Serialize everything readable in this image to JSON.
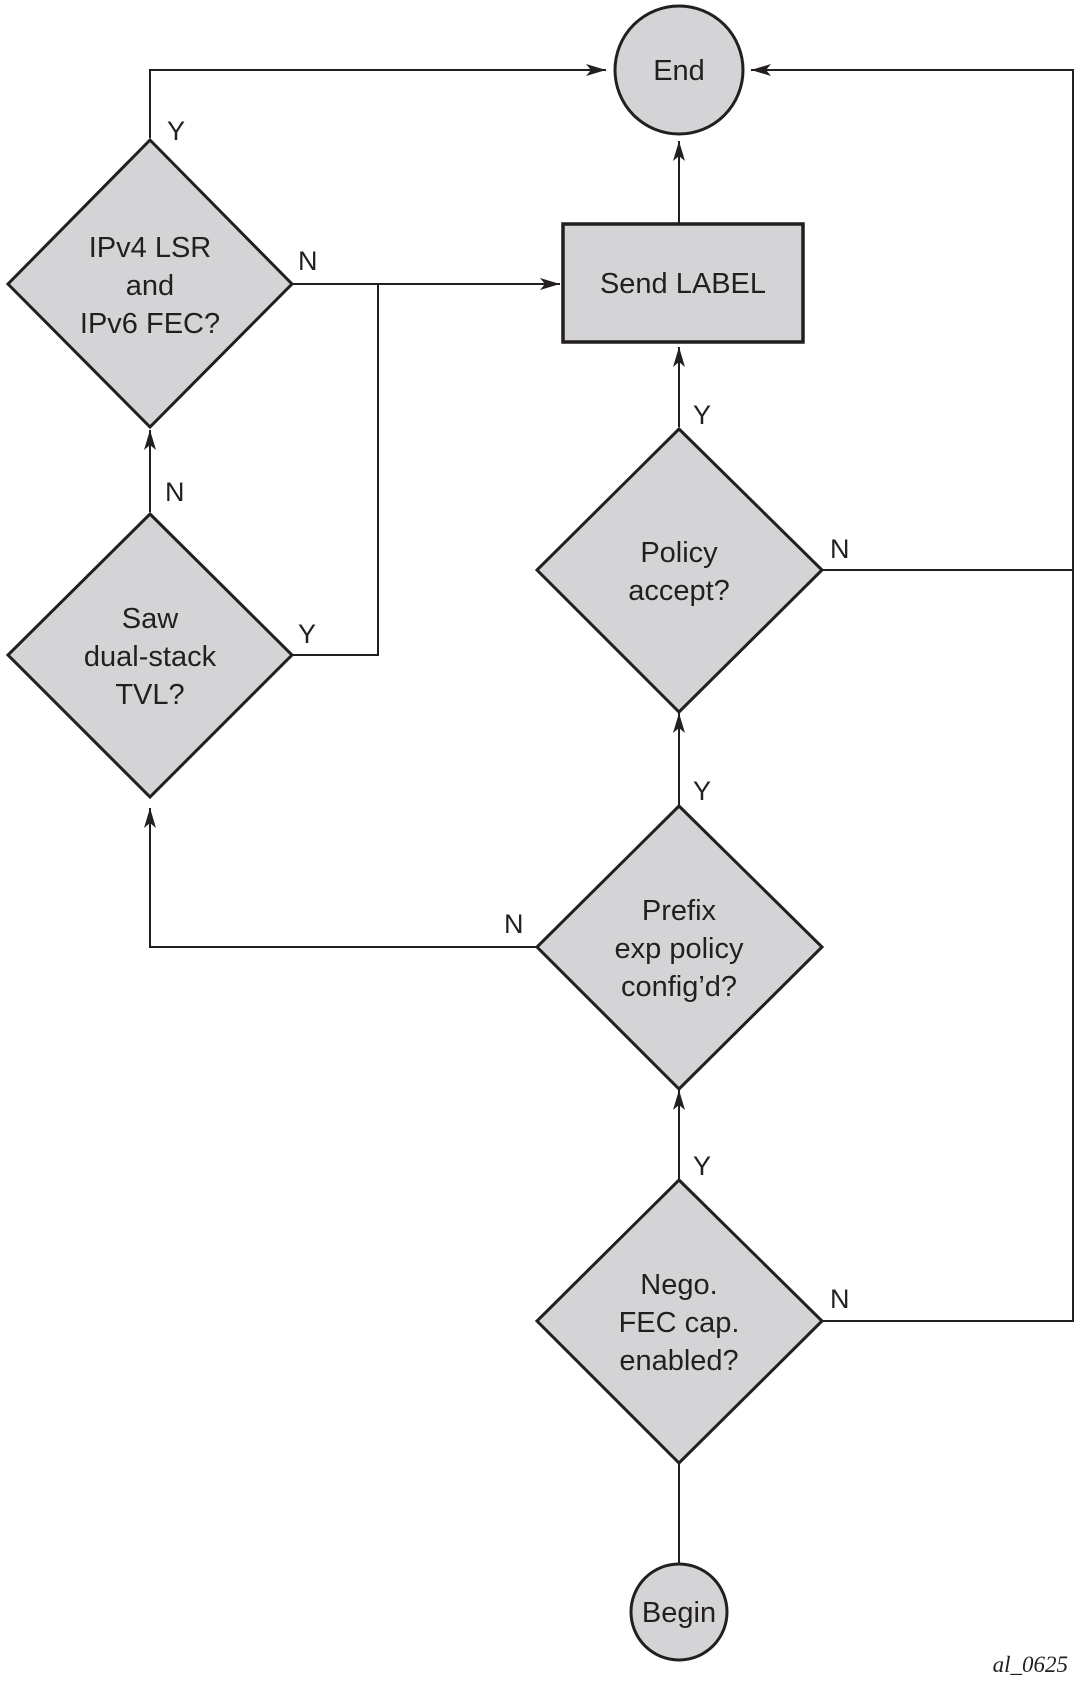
{
  "nodes": {
    "end": {
      "label": "End"
    },
    "send_label": {
      "label": "Send LABEL"
    },
    "ipv4_lsr": {
      "lines": [
        "IPv4 LSR",
        "and",
        "IPv6 FEC?"
      ]
    },
    "saw_dual_stack": {
      "lines": [
        "Saw",
        "dual-stack",
        "TVL?"
      ]
    },
    "policy_accept": {
      "lines": [
        "Policy",
        "accept?"
      ]
    },
    "prefix_exp": {
      "lines": [
        "Prefix",
        "exp policy",
        "config’d?"
      ]
    },
    "nego_fec": {
      "lines": [
        "Nego.",
        "FEC cap.",
        "enabled?"
      ]
    },
    "begin": {
      "label": "Begin"
    }
  },
  "branch_labels": {
    "ipv4_yes": "Y",
    "ipv4_no": "N",
    "saw_yes": "Y",
    "saw_no": "N",
    "policy_yes": "Y",
    "policy_no": "N",
    "prefix_yes": "Y",
    "prefix_no": "N",
    "nego_yes": "Y",
    "nego_no": "N"
  },
  "figure_id": "al_0625",
  "colors": {
    "shape_fill": "#d4d4d6",
    "stroke": "#231f20",
    "background": "#ffffff"
  }
}
